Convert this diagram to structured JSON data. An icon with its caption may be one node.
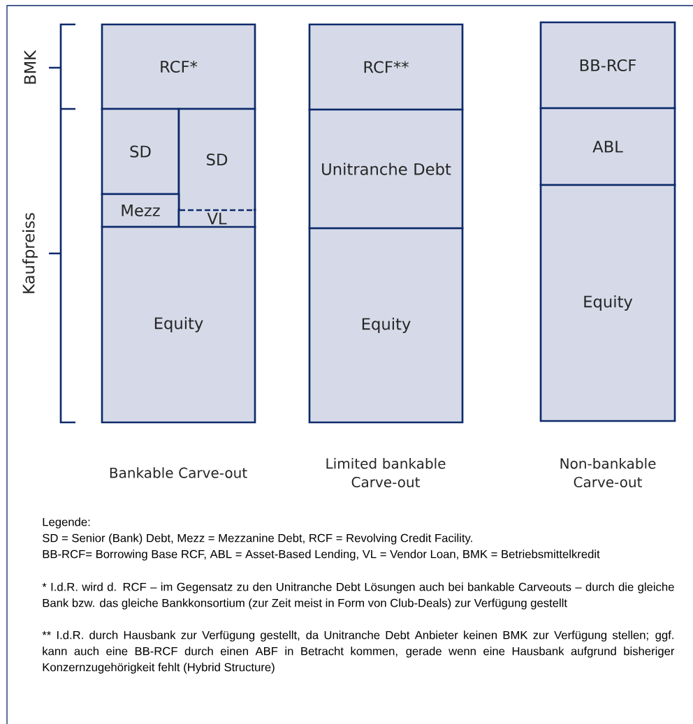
{
  "diagram": {
    "nodes": [
      {
        "text": [
          "RCF*"
        ]
      },
      {
        "text": [
          "SD"
        ]
      },
      {
        "text": [
          "SD"
        ]
      },
      {
        "text": [
          "Mezz"
        ]
      },
      {
        "text": [
          "VL"
        ]
      },
      {
        "text": [
          "Equity"
        ]
      },
      {
        "text": [
          "RCF**"
        ]
      },
      {
        "text": [
          "Unitranche Debt"
        ]
      },
      {
        "text": [
          "Equity"
        ]
      },
      {
        "text": [
          "BB-RCF"
        ]
      },
      {
        "text": [
          "ABL"
        ]
      },
      {
        "text": [
          "Equity"
        ]
      }
    ],
    "labels": [
      "BMK",
      "Kaufpreiss",
      "Bankable Carve-out",
      "Limited bankable Carve-out",
      "Non-bankable Carve-out",
      "Legende:",
      "SD = Senior (Bank) Debt, Mezz = Mezzanine Debt, RCF = Revolving Credit Facility.",
      "BB-RCF= Borrowing Base RCF, ABL = Asset-Based Lending, VL = Vendor Loan, BMK = Betriebsmittelkredit",
      "* I.d.R. wird d. RCF – im Gegensatz zu den Unitranche Debt Lösungen auch bei bankable Carveouts – durch die gleiche Bank bzw. das gleiche Bankkonsortium (zur Zeit meist in Form von Club-Deals) zur Verfügung gestellt",
      "** I.d.R. durch Hausbank zur Verfügung gestellt, da Unitranche Debt Anbieter keinen BMK zur Verfügung stellen; ggf. kann auch eine BB-RCF durch einen ABF in Betracht kommen, gerade wenn eine Hausbank aufgrund bisheriger Konzernzugehörigkeit fehlt (Hybrid Structure)"
    ]
  }
}
